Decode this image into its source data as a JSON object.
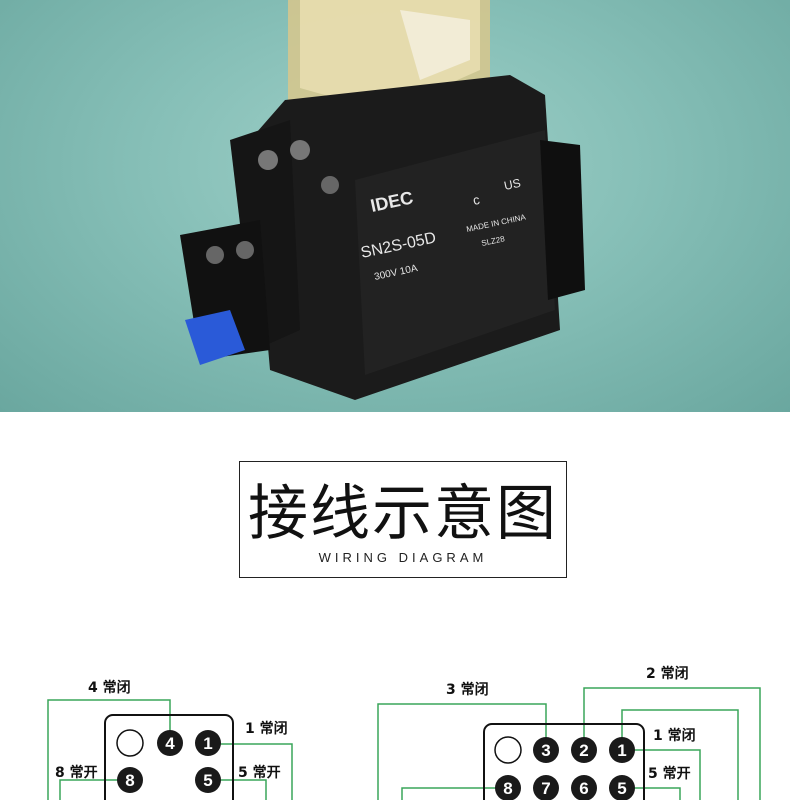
{
  "product": {
    "brand": "IDEC",
    "model": "SN2S-05D",
    "rating": "300V 10A",
    "cert_c": "c",
    "cert_us": "US",
    "origin": "MADE IN CHINA",
    "code": "SLZ28"
  },
  "section": {
    "title": "接线示意图",
    "subtitle": "WIRING DIAGRAM"
  },
  "left_diagram": {
    "label_top": "4 常闭",
    "label_r1": "1 常闭",
    "label_r2": "5 常开",
    "label_l1": "8 常开",
    "pins": [
      "4",
      "1",
      "8",
      "5"
    ]
  },
  "right_diagram": {
    "label_top_left": "3 常闭",
    "label_top_right": "2 常闭",
    "label_r1": "1 常闭",
    "label_r2": "5 常开",
    "pins": [
      "3",
      "2",
      "1",
      "8",
      "7",
      "6",
      "5"
    ]
  },
  "colors": {
    "wire": "#3aa55a",
    "pin": "#1a1a1a",
    "background": "#86bfb7"
  }
}
